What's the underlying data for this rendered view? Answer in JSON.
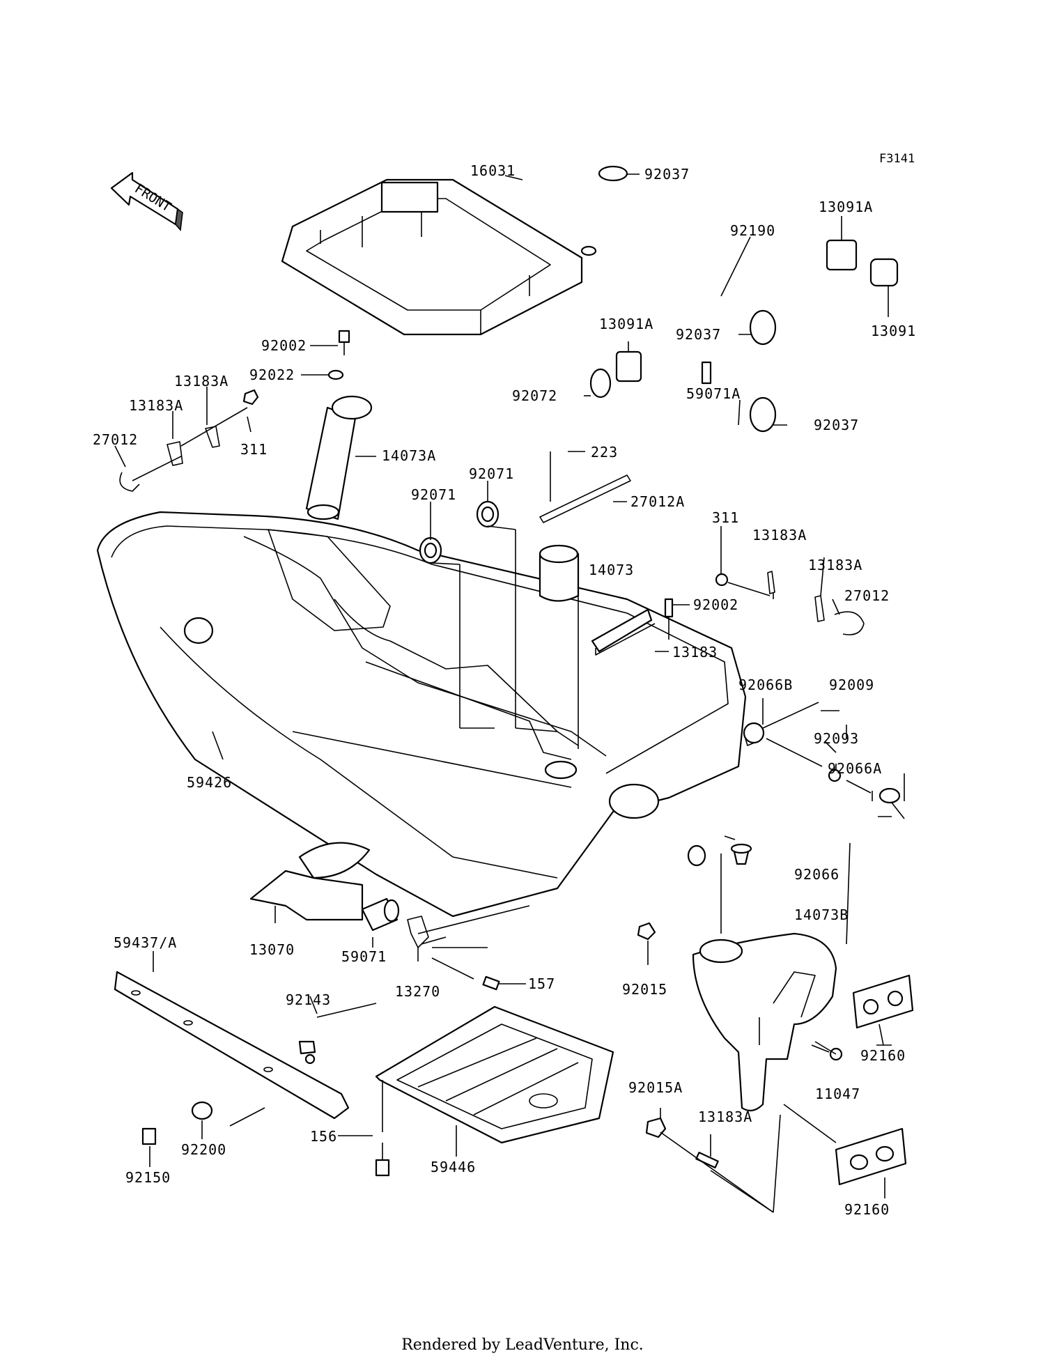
{
  "figure_id": "F3141",
  "front_marker": "FRONT",
  "footer": "Rendered by LeadVenture, Inc.",
  "parts": [
    {
      "key": "16031",
      "label": "16031"
    },
    {
      "key": "92037a",
      "label": "92037"
    },
    {
      "key": "13091A_a",
      "label": "13091A"
    },
    {
      "key": "92190",
      "label": "92190"
    },
    {
      "key": "13091",
      "label": "13091"
    },
    {
      "key": "92037b",
      "label": "92037"
    },
    {
      "key": "13091A_b",
      "label": "13091A"
    },
    {
      "key": "92072",
      "label": "92072"
    },
    {
      "key": "59071A",
      "label": "59071A"
    },
    {
      "key": "92037c",
      "label": "92037"
    },
    {
      "key": "92002a",
      "label": "92002"
    },
    {
      "key": "92022",
      "label": "92022"
    },
    {
      "key": "13183A_a",
      "label": "13183A"
    },
    {
      "key": "13183A_b",
      "label": "13183A"
    },
    {
      "key": "27012",
      "label": "27012"
    },
    {
      "key": "311a",
      "label": "311"
    },
    {
      "key": "14073A",
      "label": "14073A"
    },
    {
      "key": "92071a",
      "label": "92071"
    },
    {
      "key": "92071b",
      "label": "92071"
    },
    {
      "key": "223",
      "label": "223"
    },
    {
      "key": "27012A",
      "label": "27012A"
    },
    {
      "key": "311b",
      "label": "311"
    },
    {
      "key": "13183A_c",
      "label": "13183A"
    },
    {
      "key": "13183A_d",
      "label": "13183A"
    },
    {
      "key": "14073",
      "label": "14073"
    },
    {
      "key": "27012b",
      "label": "27012"
    },
    {
      "key": "92002b",
      "label": "92002"
    },
    {
      "key": "13183",
      "label": "13183"
    },
    {
      "key": "92066B",
      "label": "92066B"
    },
    {
      "key": "92009",
      "label": "92009"
    },
    {
      "key": "92093",
      "label": "92093"
    },
    {
      "key": "92066A",
      "label": "92066A"
    },
    {
      "key": "59426",
      "label": "59426"
    },
    {
      "key": "92066",
      "label": "92066"
    },
    {
      "key": "14073B",
      "label": "14073B"
    },
    {
      "key": "59437A",
      "label": "59437/A"
    },
    {
      "key": "13070",
      "label": "13070"
    },
    {
      "key": "59071",
      "label": "59071"
    },
    {
      "key": "13270",
      "label": "13270"
    },
    {
      "key": "157",
      "label": "157"
    },
    {
      "key": "92015",
      "label": "92015"
    },
    {
      "key": "92143",
      "label": "92143"
    },
    {
      "key": "92160a",
      "label": "92160"
    },
    {
      "key": "11047",
      "label": "11047"
    },
    {
      "key": "92015A",
      "label": "92015A"
    },
    {
      "key": "13183A_e",
      "label": "13183A"
    },
    {
      "key": "156",
      "label": "156"
    },
    {
      "key": "59446",
      "label": "59446"
    },
    {
      "key": "92150",
      "label": "92150"
    },
    {
      "key": "92200",
      "label": "92200"
    },
    {
      "key": "92160b",
      "label": "92160"
    }
  ]
}
